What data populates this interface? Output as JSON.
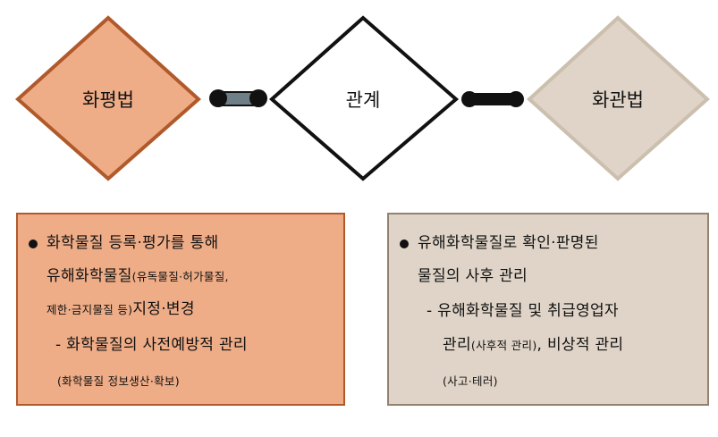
{
  "diamonds": {
    "left": "화평법",
    "center": "관계",
    "right": "화관법"
  },
  "colors": {
    "left_fill": "#eeac87",
    "left_border": "#b05a2c",
    "right_fill": "#dfd4c7",
    "right_border": "#cbbfae",
    "connector_left_bar": "#6e7f88",
    "connector_right_bar": "#111111"
  },
  "left_box": {
    "line1": "화학물질 등록·평가를 통해",
    "line2_main": "유해화학물질",
    "line2_small": "(유독물질·허가물질,",
    "line3_small": "제한·금지물질 등)",
    "line3_main": "지정·변경",
    "line4": "- 화학물질의 사전예방적 관리",
    "line5_small": "(화학물질 정보생산·확보)"
  },
  "right_box": {
    "line1": "유해화학물질로 확인·판명된",
    "line2": "물질의 사후 관리",
    "line3": "- 유해화학물질 및 취급영업자",
    "line4_main_a": "관리",
    "line4_small": "(사후적 관리)",
    "line4_main_b": ", 비상적 관리",
    "line5_small": "(사고·테러)"
  }
}
